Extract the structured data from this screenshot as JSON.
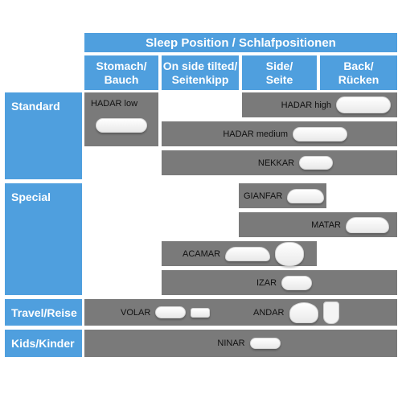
{
  "header": {
    "title": "Sleep Position / Schlafpositionen"
  },
  "columns": [
    {
      "label": "Stomach/\nBauch"
    },
    {
      "label": "On side tilted/\nSeitenkipp"
    },
    {
      "label": "Side/\nSeite"
    },
    {
      "label": "Back/\nRücken"
    }
  ],
  "categories": {
    "standard": "Standard",
    "special": "Special",
    "travel": "Travel/Reise",
    "kids": "Kids/Kinder"
  },
  "products": {
    "hadar_low": "HADAR low",
    "hadar_high": "HADAR high",
    "hadar_medium": "HADAR medium",
    "nekkar": "NEKKAR",
    "gianfar": "GIANFAR",
    "matar": "MATAR",
    "acamar": "ACAMAR",
    "izar": "IZAR",
    "volar": "VOLAR",
    "andar": "ANDAR",
    "ninar": "NINAR"
  },
  "colors": {
    "header_blue": "#4f9fde",
    "bar_grey": "#7a7a7a"
  }
}
